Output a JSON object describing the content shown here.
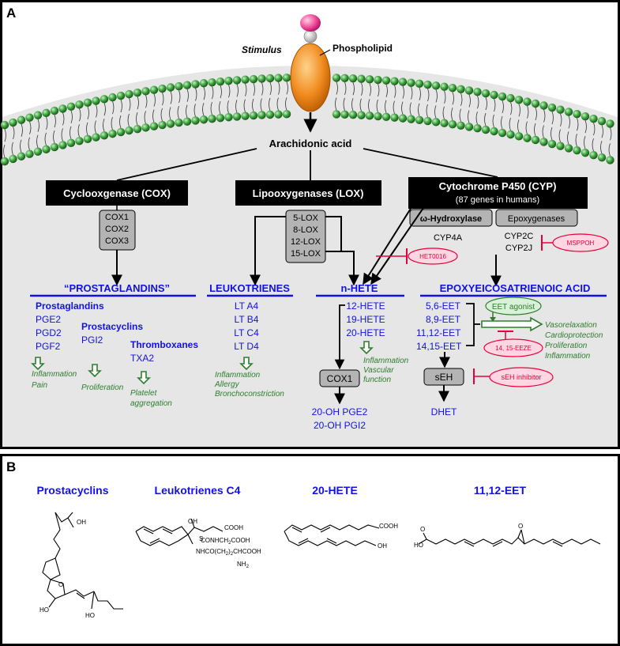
{
  "panelA": {
    "label": "A",
    "stimulus": "Stimulus",
    "phospholipid": "Phospholipid",
    "arachidonic": "Arachidonic acid",
    "cox_header": "Cyclooxgenase (COX)",
    "lox_header": "Lipooxygenases (LOX)",
    "cyp_header_line1": "Cytochrome P450  (CYP)",
    "cyp_header_line2": "(87 genes in humans)",
    "cox_enzymes": [
      "COX1",
      "COX2",
      "COX3"
    ],
    "lox_enzymes": [
      "5-LOX",
      "8-LOX",
      "12-LOX",
      "15-LOX"
    ],
    "omega_hydroxylase": "ω-Hydroxylase",
    "epoxygenases": "Epoxygenases",
    "cyp4a": "CYP4A",
    "cyp2c": "CYP2C",
    "cyp2j": "CYP2J",
    "het0016": "HET0016",
    "msppoh": "MSPPOH",
    "prostaglandins_title": "“PROSTAGLANDINS”",
    "prostaglandins_sub": "Prostaglandins",
    "pg_items": [
      "PGE2",
      "PGD2",
      "PGF2"
    ],
    "prostacyclins_sub": "Prostacyclins",
    "prostacyclin_item": "PGI2",
    "thromboxanes_sub": "Thromboxanes",
    "thromboxane_item": "TXA2",
    "pg_effect": [
      "Inflammation",
      "Pain"
    ],
    "pc_effect": "Proliferation",
    "tx_effect": [
      "Platelet",
      "aggregation"
    ],
    "leukotrienes_title": "LEUKOTRIENES",
    "lt_items": [
      "LT A4",
      "LT B4",
      "LT C4",
      "LT D4"
    ],
    "lt_effect": [
      "Inflammation",
      "Allergy",
      "Bronchoconstriction"
    ],
    "nhete_title": "n-HETE",
    "hete_items": [
      "12-HETE",
      "19-HETE",
      "20-HETE"
    ],
    "hete_effect": [
      "Inflammation",
      "Vascular",
      "function"
    ],
    "cox1_box": "COX1",
    "oh_products": [
      "20-OH PGE2",
      "20-OH PGI2"
    ],
    "eet_title": "EPOXYEICOSATRIENOIC ACID",
    "eet_items": [
      "5,6-EET",
      "8,9-EET",
      "11,12-EET",
      "14,15-EET"
    ],
    "eet_agonist": "EET agonist",
    "eeze": "14, 15-EEZE",
    "eet_effect": [
      "Vasorelaxation",
      "Cardioprotection",
      "Proliferation",
      "Inflammation"
    ],
    "seh": "sEH",
    "seh_inhibitor": "sEH inhibitor",
    "dhet": "DHET"
  },
  "panelB": {
    "label": "B",
    "titles": [
      "Prostacyclins",
      "Leukotrienes C4",
      "20-HETE",
      "11,12-EET"
    ],
    "atom_labels": {
      "oh": "OH",
      "ho": "HO",
      "o": "O",
      "cooh": "COOH",
      "s": "S",
      "conhch2cooh": "CONHCH",
      "conh_rest": "COOH",
      "nhco": "NHCO(CH",
      "nhco_rest": "CHCOOH",
      "nh2": "NH",
      "sub2": "2"
    }
  },
  "colors": {
    "blue": "#1212e0",
    "green": "#2e7d2e",
    "red": "#e8003a",
    "black_box": "#000000",
    "grey_box": "#b4b4b4",
    "cell_bg": "#e6e6e6"
  }
}
